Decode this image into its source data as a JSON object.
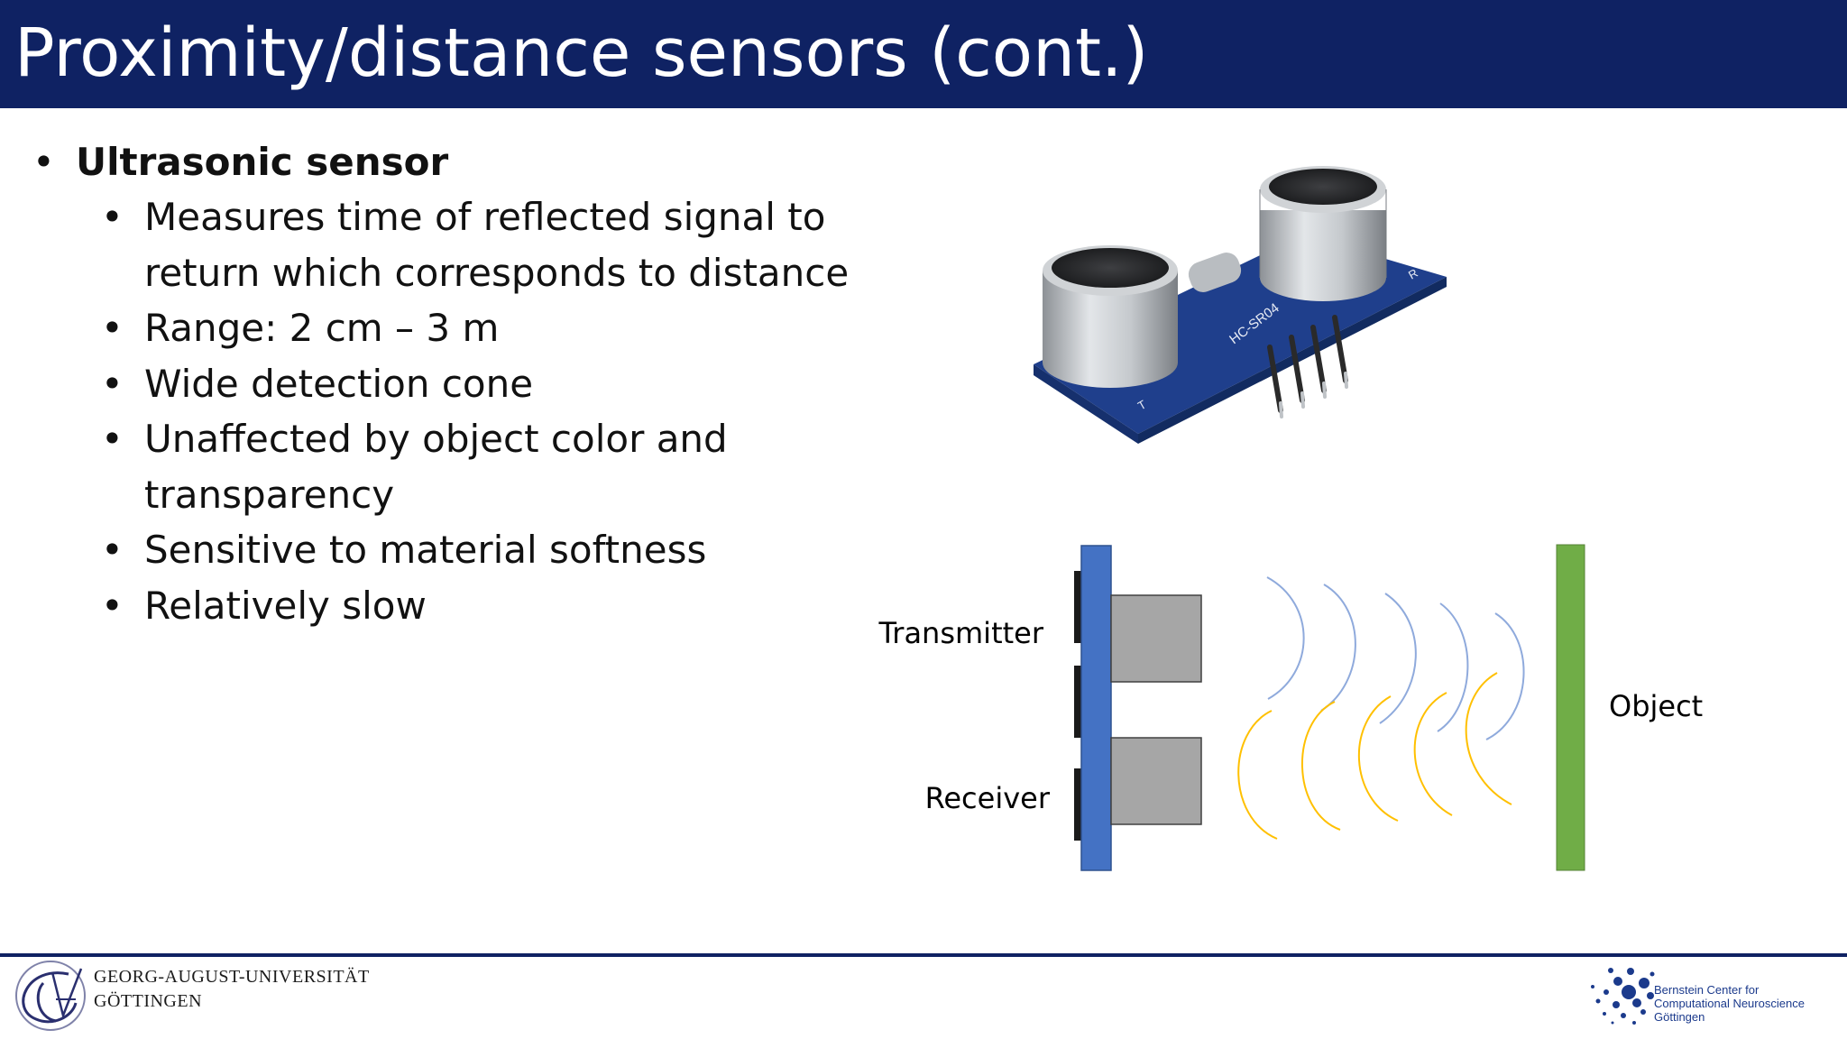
{
  "slide": {
    "title": "Proximity/distance sensors (cont.)",
    "bullet": "Ultrasonic sensor",
    "subbullets": [
      "Measures time of reflected signal to return which corresponds to distance",
      "Range: 2 cm – 3 m",
      "Wide detection cone",
      "Unaffected by object color and transparency",
      "Sensitive to material softness",
      "Relatively slow"
    ]
  },
  "diagram": {
    "transmitter_label": "Transmitter",
    "receiver_label": "Receiver",
    "object_label": "Object",
    "colors": {
      "board": "#4472c4",
      "object": "#70ad47",
      "emitted_wave": "#8faadc",
      "reflected_wave": "#ffc000",
      "module": "#a6a6a6"
    }
  },
  "photo": {
    "silkscreen": "HC-SR04",
    "pin_t": "T",
    "pin_r": "R"
  },
  "footer": {
    "university_line1": "GEORG-AUGUST-UNIVERSITÄT",
    "university_line2": "GÖTTINGEN",
    "bccn_line1": "Bernstein Center for",
    "bccn_line2": "Computational Neuroscience",
    "bccn_line3": "Göttingen"
  }
}
